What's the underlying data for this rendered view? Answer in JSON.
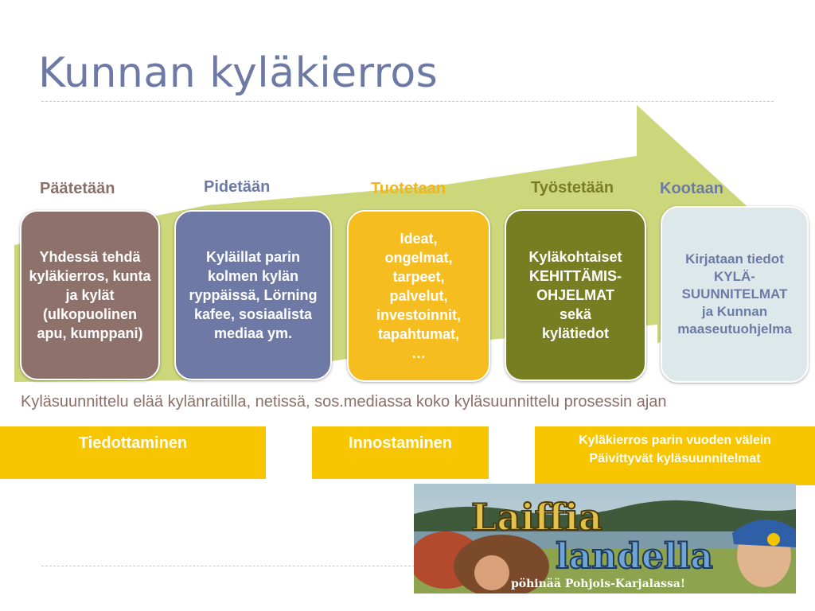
{
  "title": "Kunnan kyläkierros",
  "steps": [
    {
      "label": "Päätetään",
      "label_color": "#8b6f68",
      "box_text": "Yhdessä tehdä kyläkierros, kunta ja kylät (ulkopuolinen apu, kumppani)",
      "box_color": "#8f716c",
      "text_color": "#ffffff"
    },
    {
      "label": "Pidetään",
      "label_color": "#6d7aa6",
      "box_text": "Kyläillat parin kolmen kylän ryppäissä, Lörning kafee, sosiaalista mediaa ym.",
      "box_color": "#6f79a6",
      "text_color": "#ffffff"
    },
    {
      "label": "Tuotetaan",
      "label_color": "#f2b51a",
      "box_text": "Ideat,\nongelmat,\ntarpeet,\npalvelut,\ninvestoinnit,\ntapahtumat,\n…",
      "box_color": "#f5bd1f",
      "text_color": "#ffffff"
    },
    {
      "label": "Työstetään",
      "label_color": "#7b7d24",
      "box_text": "Kyläkohtaiset\nKEHITTÄMIS-\nOHJELMAT\nsekä\nkylätiedot",
      "box_color": "#777e22",
      "text_color": "#ffffff"
    },
    {
      "label": "Kootaan",
      "label_color": "#6d7aa6",
      "box_text": "Kirjataan tiedot\nKYLÄ-\nSUUNNITELMAT\nja Kunnan\nmaaseutuohjelma",
      "box_color": "#dde8ea",
      "text_color": "#6d7aa6"
    }
  ],
  "note": "Kyläsuunnittelu elää kylänraitilla, netissä, sos.mediassa koko kyläsuunnittelu prosessin ajan",
  "bars": {
    "informing": "Tiedottaminen",
    "inspiring": "Innostaminen",
    "cycle_line1": "Kyläkierros parin vuoden välein",
    "cycle_line2": "Päivittyvät kyläsuunnitelmat"
  },
  "banner": {
    "line1": "Laiffia",
    "line2": "landella",
    "tagline": "pöhinää Pohjois-Karjalassa!"
  },
  "colors": {
    "arrow": "#ccd67a",
    "yellow_bar": "#f7c600",
    "title": "#6d7aa6"
  }
}
